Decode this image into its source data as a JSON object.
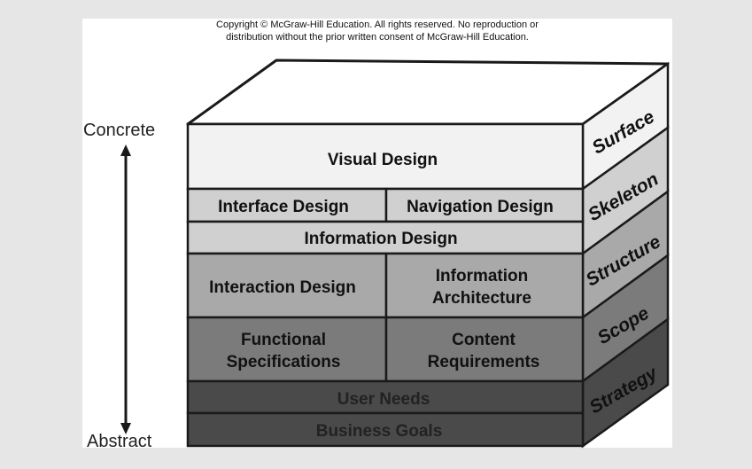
{
  "copyright": {
    "line1": "Copyright © McGraw-Hill Education. All rights reserved. No reproduction or",
    "line2": "distribution without the prior written consent of McGraw-Hill Education."
  },
  "axis": {
    "top_label": "Concrete",
    "bottom_label": "Abstract"
  },
  "layers": {
    "visual_design": "Visual Design",
    "interface_design": "Interface Design",
    "navigation_design": "Navigation Design",
    "information_design": "Information Design",
    "interaction_design": "Interaction Design",
    "information_architecture": [
      "Information",
      "Architecture"
    ],
    "functional_specifications": [
      "Functional",
      "Specifications"
    ],
    "content_requirements": [
      "Content",
      "Requirements"
    ],
    "user_needs": "User Needs",
    "business_goals": "Business Goals"
  },
  "planes": {
    "surface": "Surface",
    "skeleton": "Skeleton",
    "structure": "Structure",
    "scope": "Scope",
    "strategy": "Strategy"
  },
  "colors": {
    "surface": "#f2f2f2",
    "skeleton": "#d0d0d0",
    "structure": "#a9a9a9",
    "scope": "#7b7b7b",
    "strategy": "#4a4a4a",
    "outline": "#1a1a1a"
  }
}
